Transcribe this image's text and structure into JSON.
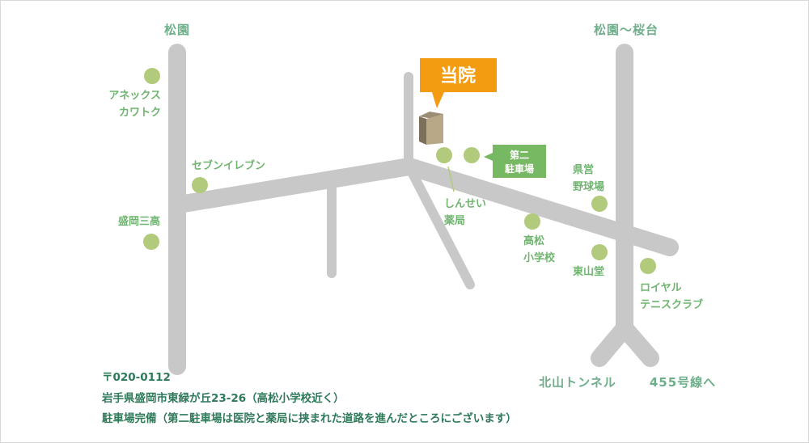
{
  "areas": {
    "top_left": "松園",
    "top_right": "松園〜桜台",
    "bottom_tunnel": "北山トンネル",
    "bottom_route": "455号線へ"
  },
  "clinic": {
    "label": "当院",
    "color": "#f39c12"
  },
  "parking2": {
    "lines": [
      "第二",
      "駐車場"
    ],
    "color": "#77b862"
  },
  "landmarks": {
    "annex": [
      "アネックス",
      "カワトク"
    ],
    "seven": [
      "セブンイレブン"
    ],
    "morioka3": [
      "盛岡三高"
    ],
    "pharmacy": [
      "しんせい",
      "薬局"
    ],
    "takamatsu": [
      "高松",
      "小学校"
    ],
    "stadium": [
      "県営",
      "野球場"
    ],
    "higashiyama": [
      "東山堂"
    ],
    "royal": [
      "ロイヤル",
      "テニスクラブ"
    ]
  },
  "address": {
    "postal": "〒020-0112",
    "line1": "岩手県盛岡市東緑が丘23-26（高松小学校近く）",
    "line2": "駐車場完備（第二駐車場は医院と薬局に挟まれた道路を進んだところにございます）"
  }
}
